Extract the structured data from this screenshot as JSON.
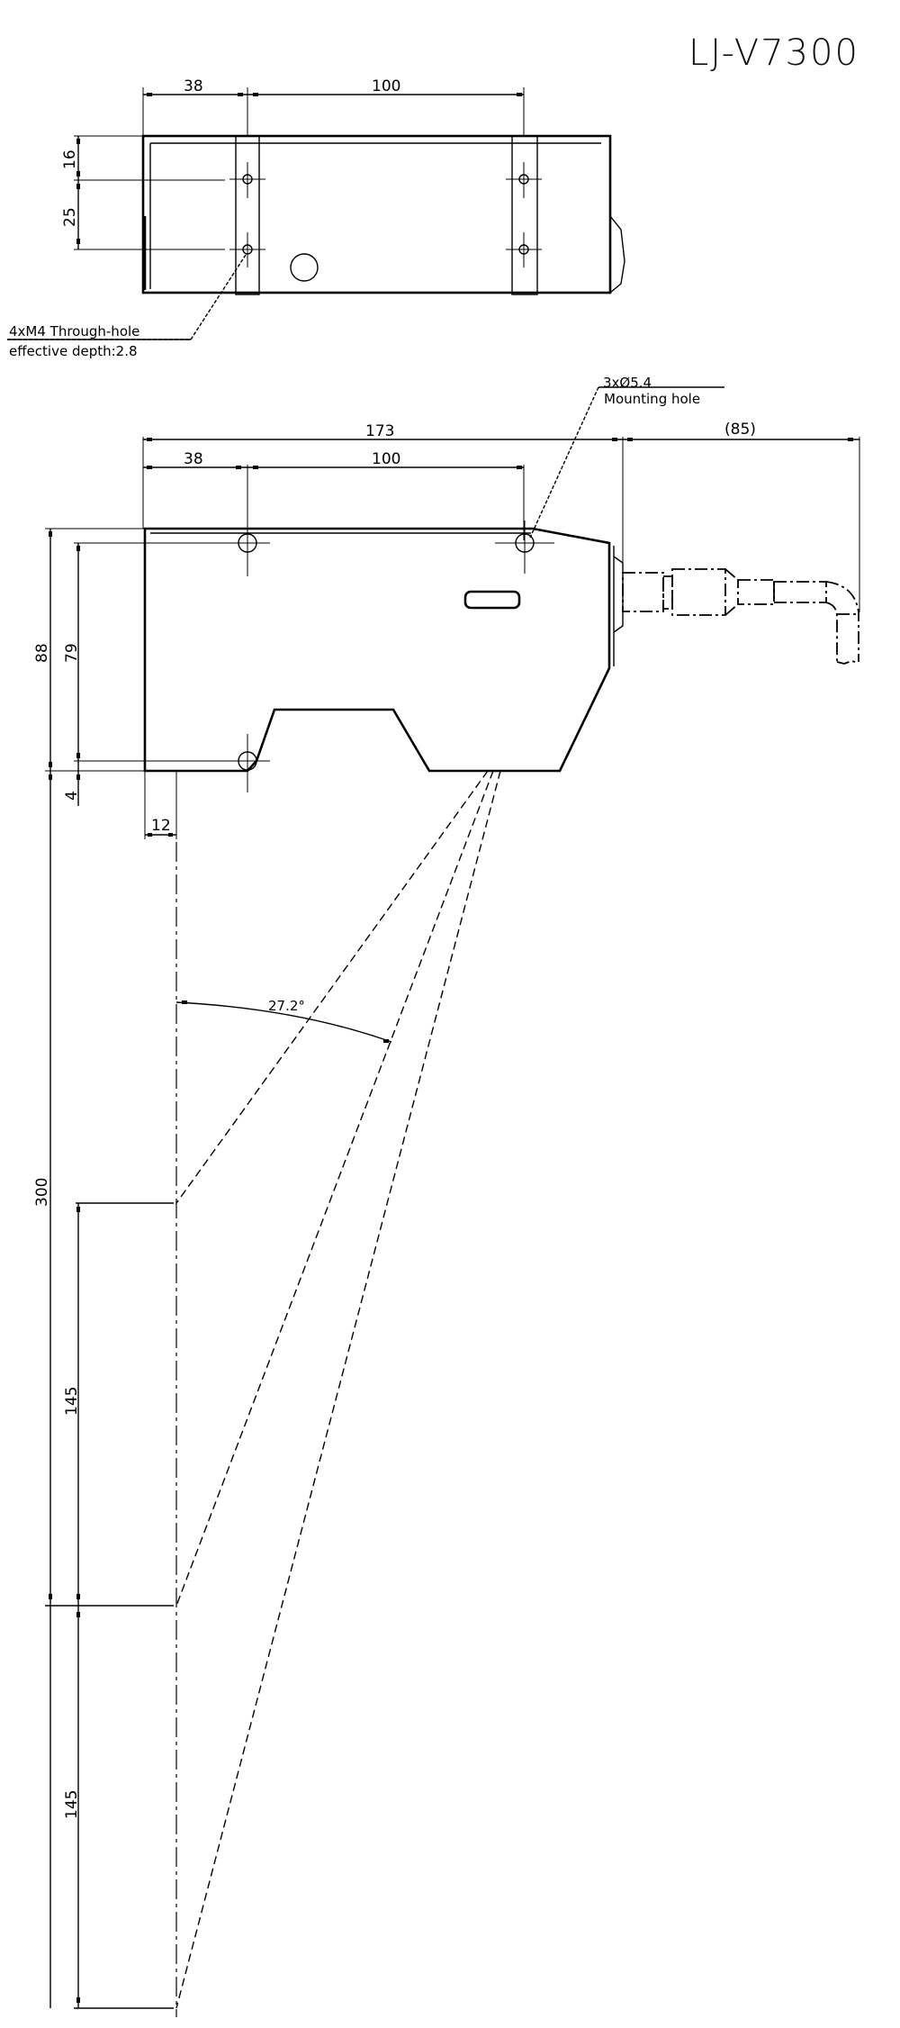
{
  "title": "LJ-V7300",
  "top_view": {
    "dims": {
      "horizontal_left": "38",
      "horizontal_right": "100",
      "vertical_top": "16",
      "vertical_bottom": "25"
    },
    "note_line1": "4xM4 Through-hole",
    "note_line2": "effective depth:2.8"
  },
  "side_view": {
    "dims": {
      "overall_length": "173",
      "hole_offset": "38",
      "hole_pitch": "100",
      "cable_length": "(85)",
      "height_overall": "88",
      "hole_spacing_vertical": "79",
      "bottom_offset": "4",
      "beam_offset": "12"
    },
    "note_line1": "3xØ5.4",
    "note_line2": "Mounting hole"
  },
  "measurement_range": {
    "angle": "27.2°",
    "reference_distance": "300",
    "near_range": "145",
    "far_range": "145"
  },
  "colors": {
    "line": "#000000",
    "background": "#ffffff"
  }
}
